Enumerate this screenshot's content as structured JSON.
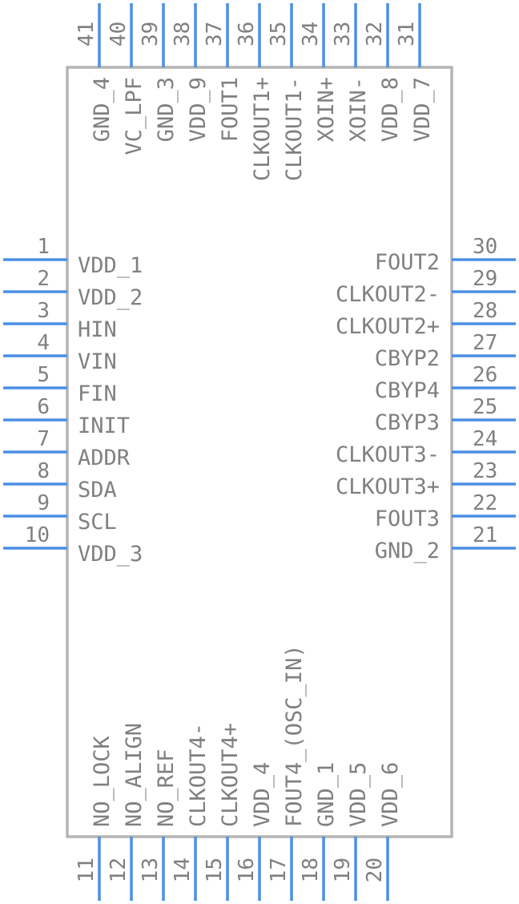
{
  "component": {
    "left_pins": [
      {
        "num": "1",
        "label": "VDD_1"
      },
      {
        "num": "2",
        "label": "VDD_2"
      },
      {
        "num": "3",
        "label": "HIN"
      },
      {
        "num": "4",
        "label": "VIN"
      },
      {
        "num": "5",
        "label": "FIN"
      },
      {
        "num": "6",
        "label": "INIT"
      },
      {
        "num": "7",
        "label": "ADDR"
      },
      {
        "num": "8",
        "label": "SDA"
      },
      {
        "num": "9",
        "label": "SCL"
      },
      {
        "num": "10",
        "label": "VDD_3"
      }
    ],
    "right_pins": [
      {
        "num": "30",
        "label": "FOUT2"
      },
      {
        "num": "29",
        "label": "CLKOUT2-"
      },
      {
        "num": "28",
        "label": "CLKOUT2+"
      },
      {
        "num": "27",
        "label": "CBYP2"
      },
      {
        "num": "26",
        "label": "CBYP4"
      },
      {
        "num": "25",
        "label": "CBYP3"
      },
      {
        "num": "24",
        "label": "CLKOUT3-"
      },
      {
        "num": "23",
        "label": "CLKOUT3+"
      },
      {
        "num": "22",
        "label": "FOUT3"
      },
      {
        "num": "21",
        "label": "GND_2"
      }
    ],
    "top_pins": [
      {
        "num": "41",
        "label": "GND_4"
      },
      {
        "num": "40",
        "label": "VC_LPF"
      },
      {
        "num": "39",
        "label": "GND_3"
      },
      {
        "num": "38",
        "label": "VDD_9"
      },
      {
        "num": "37",
        "label": "FOUT1"
      },
      {
        "num": "36",
        "label": "CLKOUT1+"
      },
      {
        "num": "35",
        "label": "CLKOUT1-"
      },
      {
        "num": "34",
        "label": "XOIN+"
      },
      {
        "num": "33",
        "label": "XOIN-"
      },
      {
        "num": "32",
        "label": "VDD_8"
      },
      {
        "num": "31",
        "label": "VDD_7"
      }
    ],
    "bottom_pins": [
      {
        "num": "11",
        "label": "NO_LOCK"
      },
      {
        "num": "12",
        "label": "NO_ALIGN"
      },
      {
        "num": "13",
        "label": "NO_REF"
      },
      {
        "num": "14",
        "label": "CLKOUT4-"
      },
      {
        "num": "15",
        "label": "CLKOUT4+"
      },
      {
        "num": "16",
        "label": "VDD_4"
      },
      {
        "num": "17",
        "label": "FOUT4_(OSC_IN)"
      },
      {
        "num": "18",
        "label": "GND_1"
      },
      {
        "num": "19",
        "label": "VDD_5"
      },
      {
        "num": "20",
        "label": "VDD_6"
      }
    ],
    "colors": {
      "pin": "#4a90e2",
      "body": "#b4b4b4",
      "text": "#808080"
    }
  }
}
